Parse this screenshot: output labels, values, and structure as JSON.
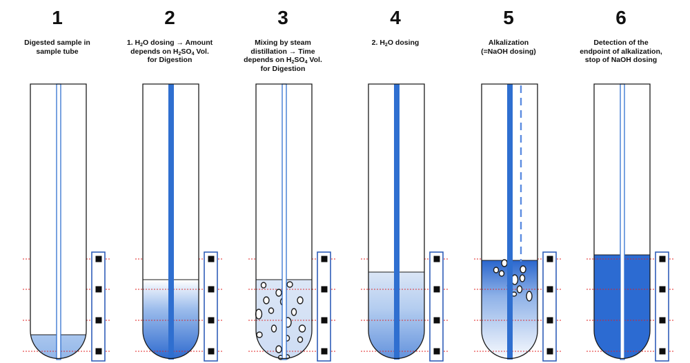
{
  "steps": [
    {
      "number": "1",
      "caption_lines": [
        [
          "Digested sample in"
        ],
        [
          "sample tube"
        ]
      ],
      "fill_level": "low",
      "rod_style": "outline",
      "bubbles": false,
      "liquid": "light-blue"
    },
    {
      "number": "2",
      "caption_lines": [
        [
          "1. H",
          {
            "sub": "2"
          },
          "O dosing → Amount"
        ],
        [
          "depends on H",
          {
            "sub": "2"
          },
          "SO",
          {
            "sub": "4"
          },
          " Vol."
        ],
        [
          "for Digestion"
        ]
      ],
      "fill_level": "mid",
      "rod_style": "solid",
      "bubbles": false,
      "liquid": "blue-gradient"
    },
    {
      "number": "3",
      "caption_lines": [
        [
          "Mixing by steam"
        ],
        [
          "distillation → Time"
        ],
        [
          "depends on H",
          {
            "sub": "2"
          },
          "SO",
          {
            "sub": "4"
          },
          " Vol."
        ],
        [
          "for Digestion"
        ]
      ],
      "fill_level": "mid",
      "rod_style": "outline",
      "bubbles": true,
      "liquid": "pale-mixed"
    },
    {
      "number": "4",
      "caption_lines": [
        [
          "2. H",
          {
            "sub": "2"
          },
          "O dosing"
        ]
      ],
      "fill_level": "mid-high",
      "rod_style": "solid",
      "bubbles": false,
      "liquid": "light-gradient"
    },
    {
      "number": "5",
      "caption_lines": [
        [
          "Alkalization"
        ],
        [
          "(=NaOH dosing)"
        ]
      ],
      "fill_level": "high",
      "rod_style": "solid-with-dashed",
      "bubbles": true,
      "liquid": "dark-top-gradient"
    },
    {
      "number": "6",
      "caption_lines": [
        [
          "Detection of the"
        ],
        [
          "endpoint of alkalization,"
        ],
        [
          "stop of NaOH dosing"
        ]
      ],
      "fill_level": "highest",
      "rod_style": "outline",
      "bubbles": false,
      "liquid": "solid-blue"
    }
  ],
  "colors": {
    "outline": "#1a1a1a",
    "blue": "#2f6fd0",
    "level_lines": "#e02020",
    "sensor_frame": "#2f5db8"
  }
}
